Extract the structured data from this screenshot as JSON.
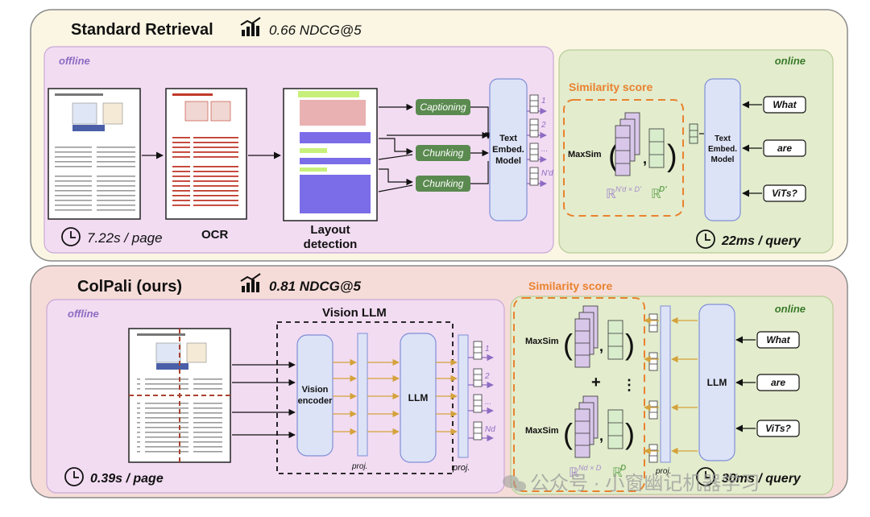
{
  "standard": {
    "title": "Standard Retrieval",
    "metric": "0.66 NDCG@5",
    "offline_label": "offline",
    "online_label": "online",
    "time_offline": "7.22s / page",
    "ocr_label": "OCR",
    "layout_label_line1": "Layout",
    "layout_label_line2": "detection",
    "captioning": "Captioning",
    "chunking1": "Chunking",
    "chunking2": "Chunking",
    "embed_line1": "Text",
    "embed_line2": "Embed.",
    "embed_line3": "Model",
    "vector_indices": [
      "1",
      "2",
      "...",
      "N'd"
    ],
    "similarity_title": "Similarity score",
    "maxsim": "MaxSim",
    "dim_doc": "N'd × D'",
    "dim_query": "D'",
    "query_tokens": [
      "What",
      "are",
      "ViTs?"
    ],
    "time_online": "22ms / query"
  },
  "colpali": {
    "title": "ColPali (ours)",
    "metric": "0.81 NDCG@5",
    "offline_label": "offline",
    "online_label": "online",
    "vision_llm_label": "Vision LLM",
    "vision_encoder_line1": "Vision",
    "vision_encoder_line2": "encoder",
    "llm_label": "LLM",
    "proj_label": "proj.",
    "vector_indices": [
      "1",
      "2",
      "...",
      "Nd"
    ],
    "similarity_title": "Similarity score",
    "maxsim": "MaxSim",
    "plus": "+",
    "vdots": "⋮",
    "dim_doc": "Nd × D",
    "dim_query": "D",
    "query_llm": "LLM",
    "query_tokens": [
      "What",
      "are",
      "ViTs?"
    ],
    "time_offline": "0.39s / page",
    "time_online": "30ms / query"
  },
  "watermark": "公众号 · 小窗幽记机器学习",
  "colors": {
    "top_panel": "#fbf6e3",
    "bottom_panel": "#f6dcd8",
    "offline_bg": "#f2dcf2",
    "online_bg": "#e3eccd",
    "embed_box": "#dde3f7",
    "embed_stroke": "#7f8fd6",
    "chunk_green": "#5a8a4f",
    "similarity_orange": "#e9822f",
    "offline_text": "#8e6bc2",
    "online_text": "#3a7a2a",
    "arrow_gold": "#d4a23a"
  }
}
